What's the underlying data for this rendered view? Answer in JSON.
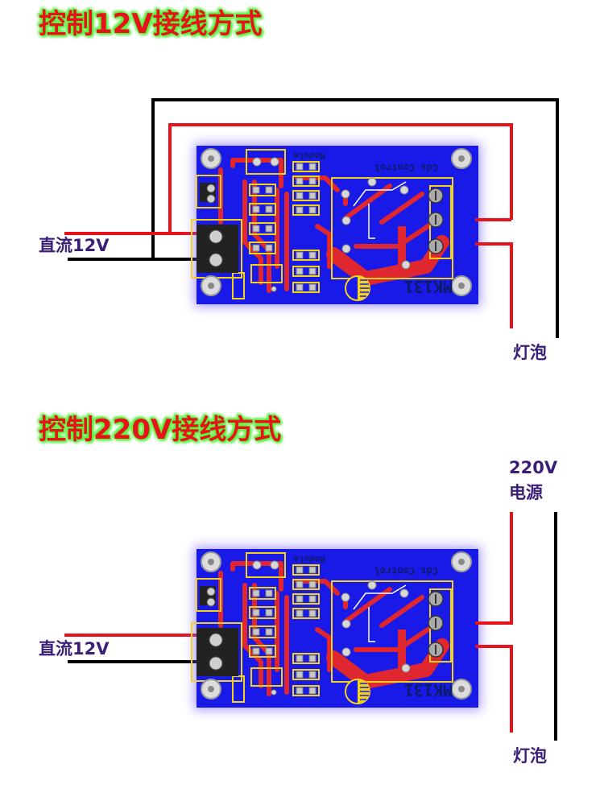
{
  "colors": {
    "title_text": "#e8121a",
    "title_glow": "#4cff2e",
    "label_text": "#3a1f78",
    "wire_red": "#e8121a",
    "wire_black": "#000000",
    "pcb_blue": "#1a1ae8",
    "pcb_trace": "#e0262e",
    "pcb_silk": "#f2d21a"
  },
  "icons": {
    "board": "relay-module-board",
    "relay": "relay-icon",
    "terminal": "screw-terminal-icon",
    "bulb": "light-bulb-terminal"
  },
  "section_12v": {
    "title": "控制12V接线方式",
    "dc_label": "直流12V",
    "bulb_label": "灯泡"
  },
  "section_220v": {
    "title": "控制220V接线方式",
    "power_voltage": "220V",
    "power_text": "电源",
    "dc_label": "直流12V",
    "bulb_label": "灯泡"
  },
  "board": {
    "silk_top_1": "Module",
    "silk_top_2": "Cds Control",
    "model": "MK131"
  }
}
